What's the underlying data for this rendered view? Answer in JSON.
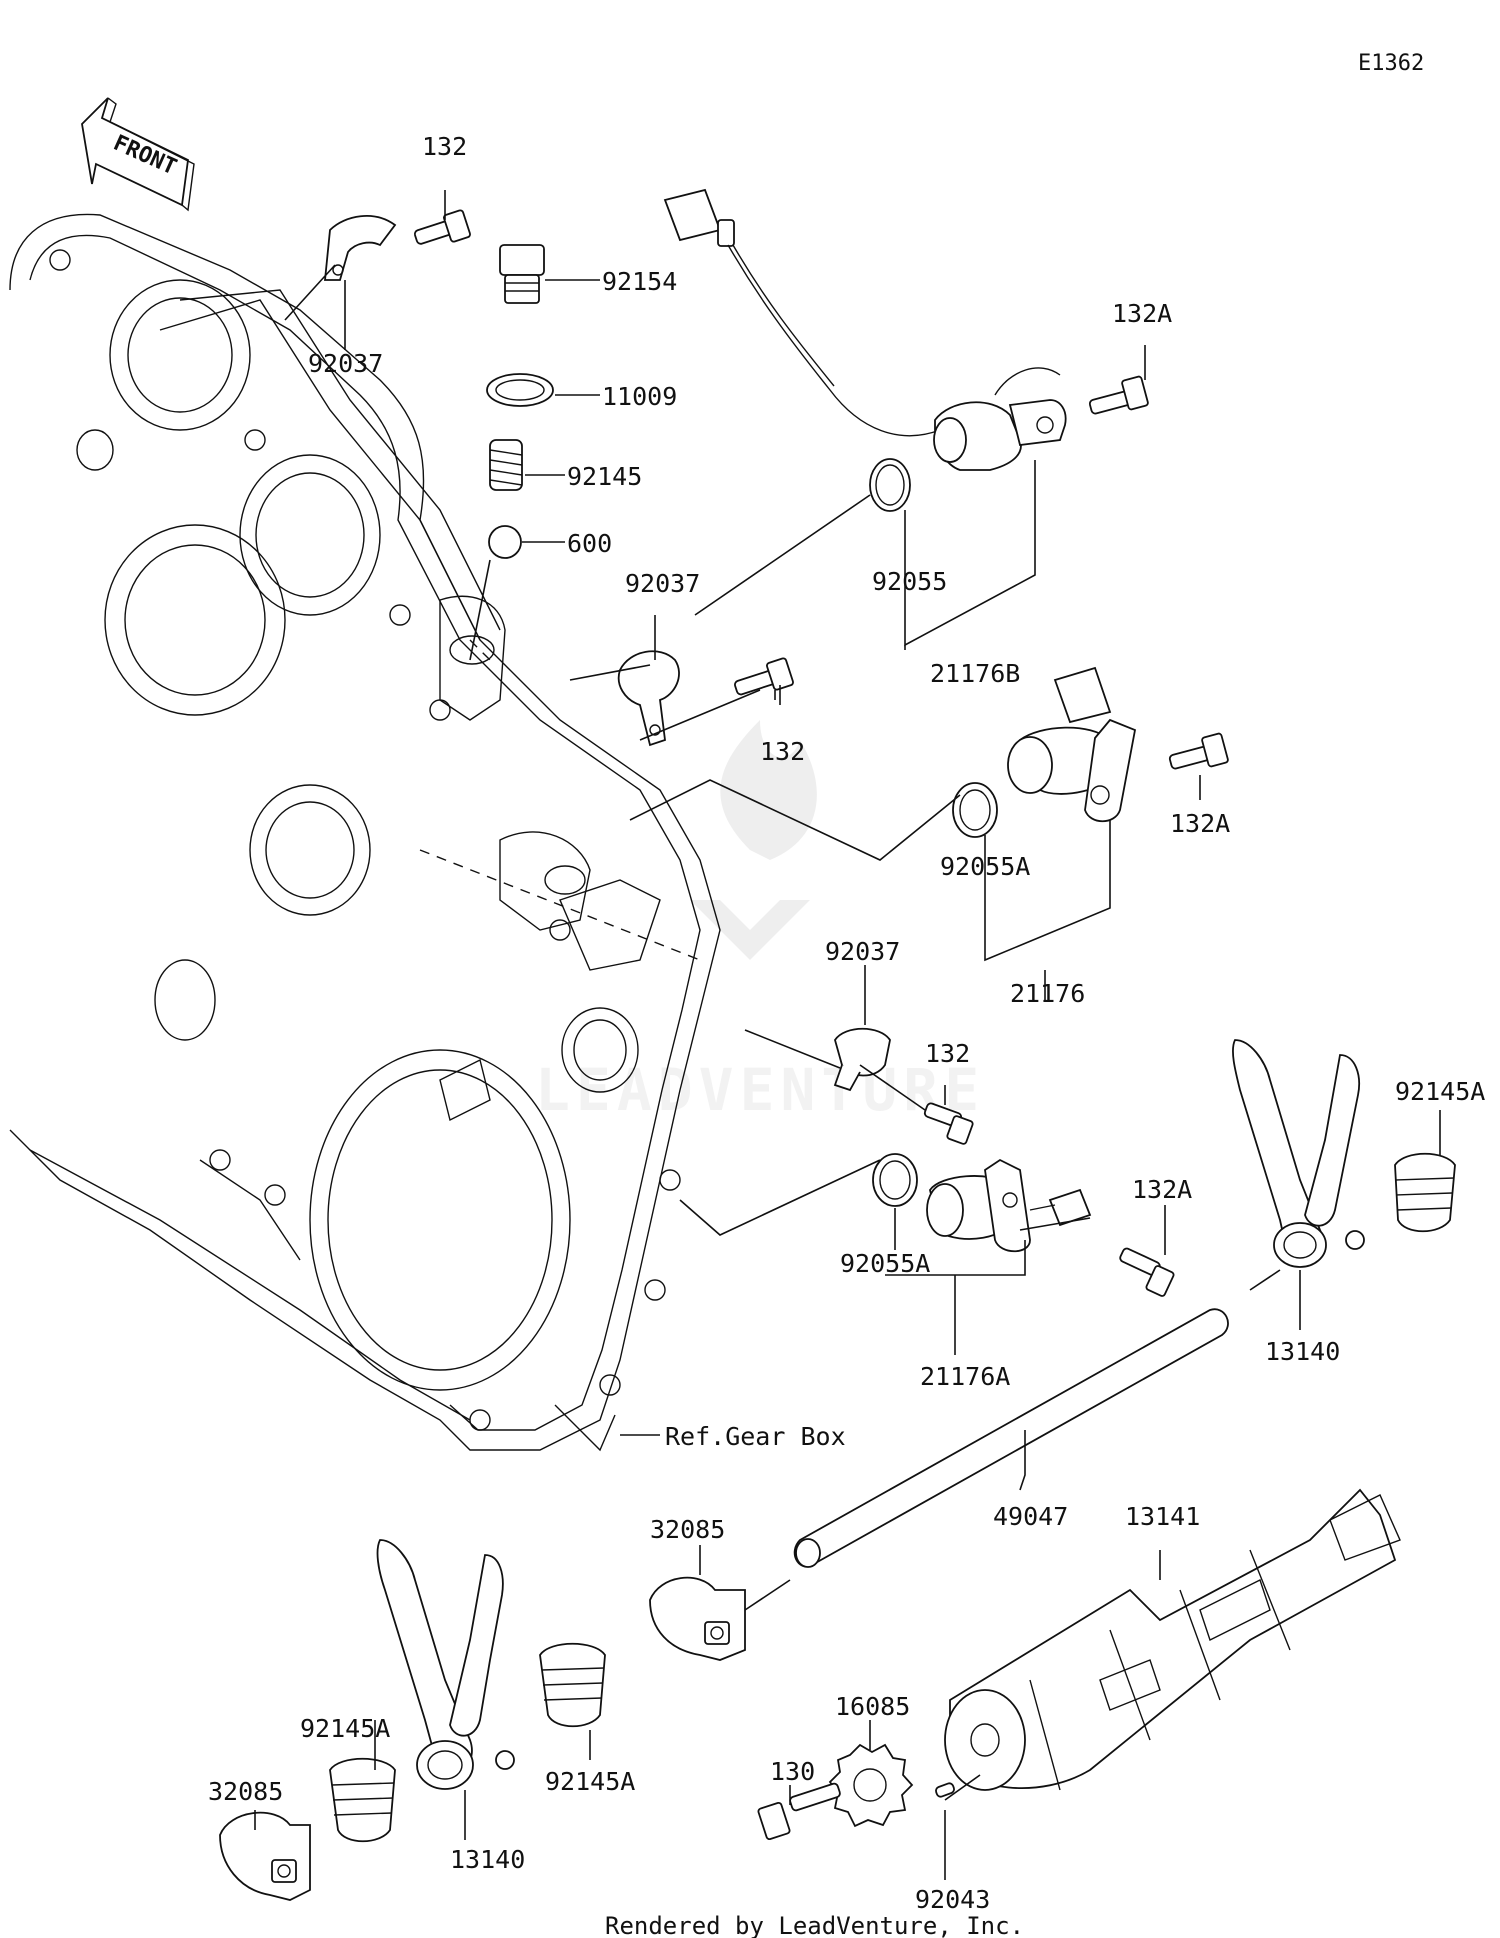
{
  "diagram_id": "E1362",
  "front_label": "FRONT",
  "ref_label": "Ref.Gear Box",
  "footer": "Rendered by LeadVenture, Inc.",
  "watermark": "LEADVENTURE",
  "labels": {
    "l132_top": "132",
    "l92154": "92154",
    "l92037_top": "92037",
    "l11009": "11009",
    "l92145": "92145",
    "l600": "600",
    "l132A_top": "132A",
    "l92055": "92055",
    "l21176B": "21176B",
    "l92037_mid": "92037",
    "l132_mid": "132",
    "l132A_mid": "132A",
    "l92055A_mid": "92055A",
    "l21176": "21176",
    "l92037_low": "92037",
    "l132_low": "132",
    "l92145A_right": "92145A",
    "l132A_low": "132A",
    "l92055A_low": "92055A",
    "l21176A": "21176A",
    "l13140_right": "13140",
    "l49047": "49047",
    "l13141": "13141",
    "l32085_mid": "32085",
    "l16085": "16085",
    "l92145A_left": "92145A",
    "l92145A_center": "92145A",
    "l130": "130",
    "l32085_left": "32085",
    "l13140_left": "13140",
    "l92043": "92043"
  }
}
